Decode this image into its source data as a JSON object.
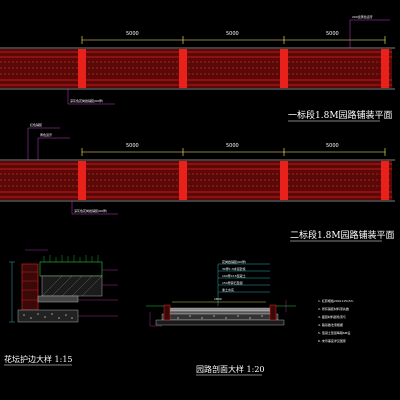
{
  "plan1": {
    "title": "一标段1.8M园路铺装平面",
    "dims": [
      "5000",
      "5000",
      "5000"
    ],
    "note_top": "200宽黄色道牙",
    "note_bottom": "深灰色花岗岩铺装(60厚)"
  },
  "plan2": {
    "title": "二标段1.8M园路铺装平面",
    "dims": [
      "5000",
      "5000",
      "5000"
    ],
    "note_top_1": "红色铺装",
    "note_top_2": "黄色道牙",
    "note_bottom": "深灰色花岗岩铺装(60厚)"
  },
  "detail_left": {
    "title": "花坛护边大样 1:15"
  },
  "section": {
    "title": "园路剖面大样 1:20",
    "labels": [
      "花岗岩铺装(60厚)",
      "30厚1:3水泥砂浆",
      "100厚C15混凝土",
      "150厚碎石垫层",
      "素土夯实"
    ],
    "width_dim": "1800"
  },
  "notes": [
    "1. 红砖规格240x115x53,",
    "2. 所有铺装材料须先做",
    "3. 面层材料颜色须与",
    "4. 路基做法须根据",
    "5. 混凝土垫层每隔6M设",
    "6. 未尽事宜详见国家"
  ],
  "colors": {
    "paving": "#e8211b",
    "grid": "#ffffff",
    "dim_line": "#ffff66",
    "green": "#22cc44",
    "cyan": "#35d4e0",
    "magenta": "#ff44ff"
  }
}
